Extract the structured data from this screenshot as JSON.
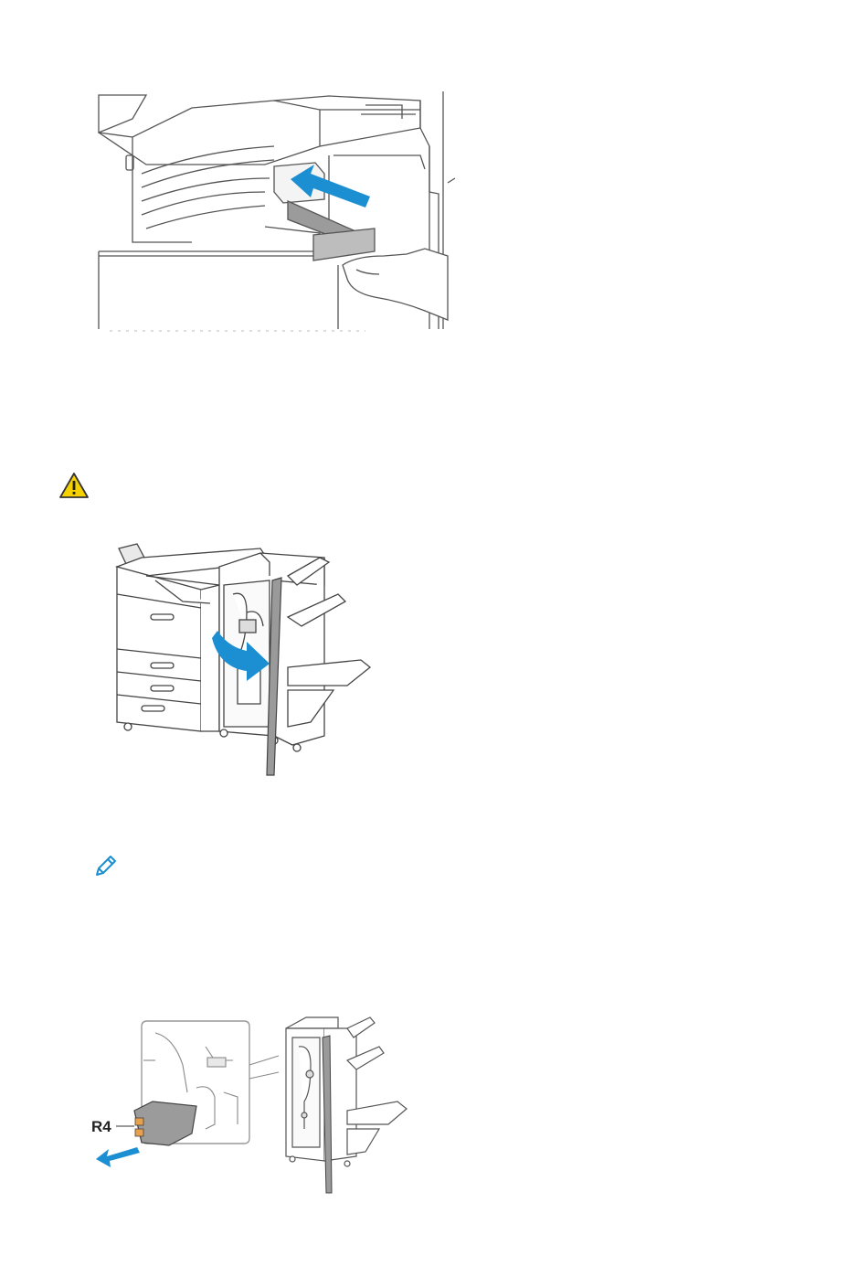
{
  "figures": [
    {
      "id": "insert-staple-cartridge",
      "arrow_color": "#1b8fd2"
    },
    {
      "id": "open-finisher-door",
      "arrow_color": "#1b8fd2"
    },
    {
      "id": "remove-staple-cartridge-r4",
      "callout": "R4",
      "arrow_color": "#1b8fd2"
    }
  ],
  "icons": {
    "caution": {
      "name": "warning-icon",
      "color": "#f5d100"
    },
    "note": {
      "name": "pencil-icon",
      "color": "#1b8fd2"
    }
  }
}
